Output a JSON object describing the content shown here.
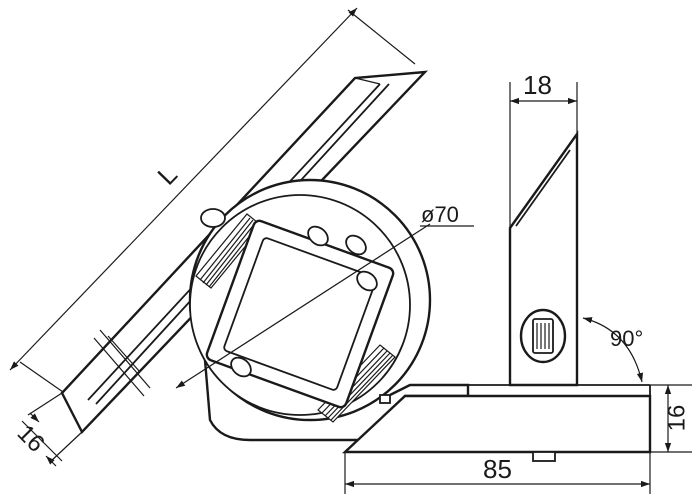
{
  "drawing": {
    "line_color": "#1a1a1a",
    "background": "#ffffff"
  },
  "dimensions": {
    "length": "L",
    "blade_width": "16",
    "dial_diameter": "ø70",
    "post_width": "18",
    "angle": "90°",
    "base_height": "16",
    "base_length": "85"
  }
}
